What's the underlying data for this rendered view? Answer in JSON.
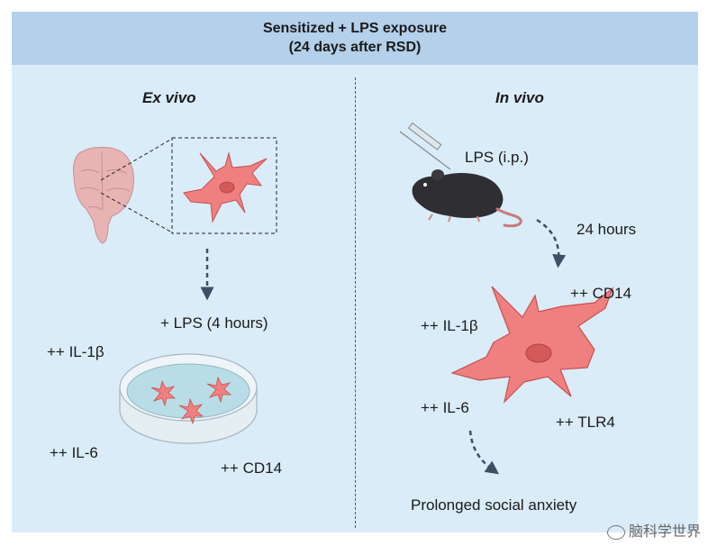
{
  "header": {
    "title_line1": "Sensitized + LPS exposure",
    "title_line2": "(24 days after RSD)"
  },
  "ex_vivo": {
    "title": "Ex vivo",
    "treatment_label": "+ LPS (4 hours)",
    "markers": {
      "il1b": "++ IL-1β",
      "il6": "++ IL-6",
      "cd14": "++ CD14"
    }
  },
  "in_vivo": {
    "title": "In vivo",
    "injection_label": "LPS (i.p.)",
    "time_label": "24 hours",
    "markers": {
      "cd14": "++ CD14",
      "il1b": "++ IL-1β",
      "il6": "++ IL-6",
      "tlr4": "++ TLR4"
    },
    "outcome": "Prolonged social anxiety"
  },
  "watermark": "脑科学世界",
  "colors": {
    "panel_bg": "#d9ecf8",
    "header_bg": "#b4d0ea",
    "cell_fill": "#f08080",
    "cell_stroke": "#c85050",
    "nucleus": "#d45a5a",
    "arrow": "#3d4f63",
    "brain": "#e8b3b3",
    "mouse": "#2e2e33"
  },
  "icons": [
    "brain-icon",
    "microglia-cell-icon",
    "petri-dish-icon",
    "mouse-icon",
    "syringe-icon",
    "dashed-arrow-icon",
    "weibo-icon"
  ]
}
